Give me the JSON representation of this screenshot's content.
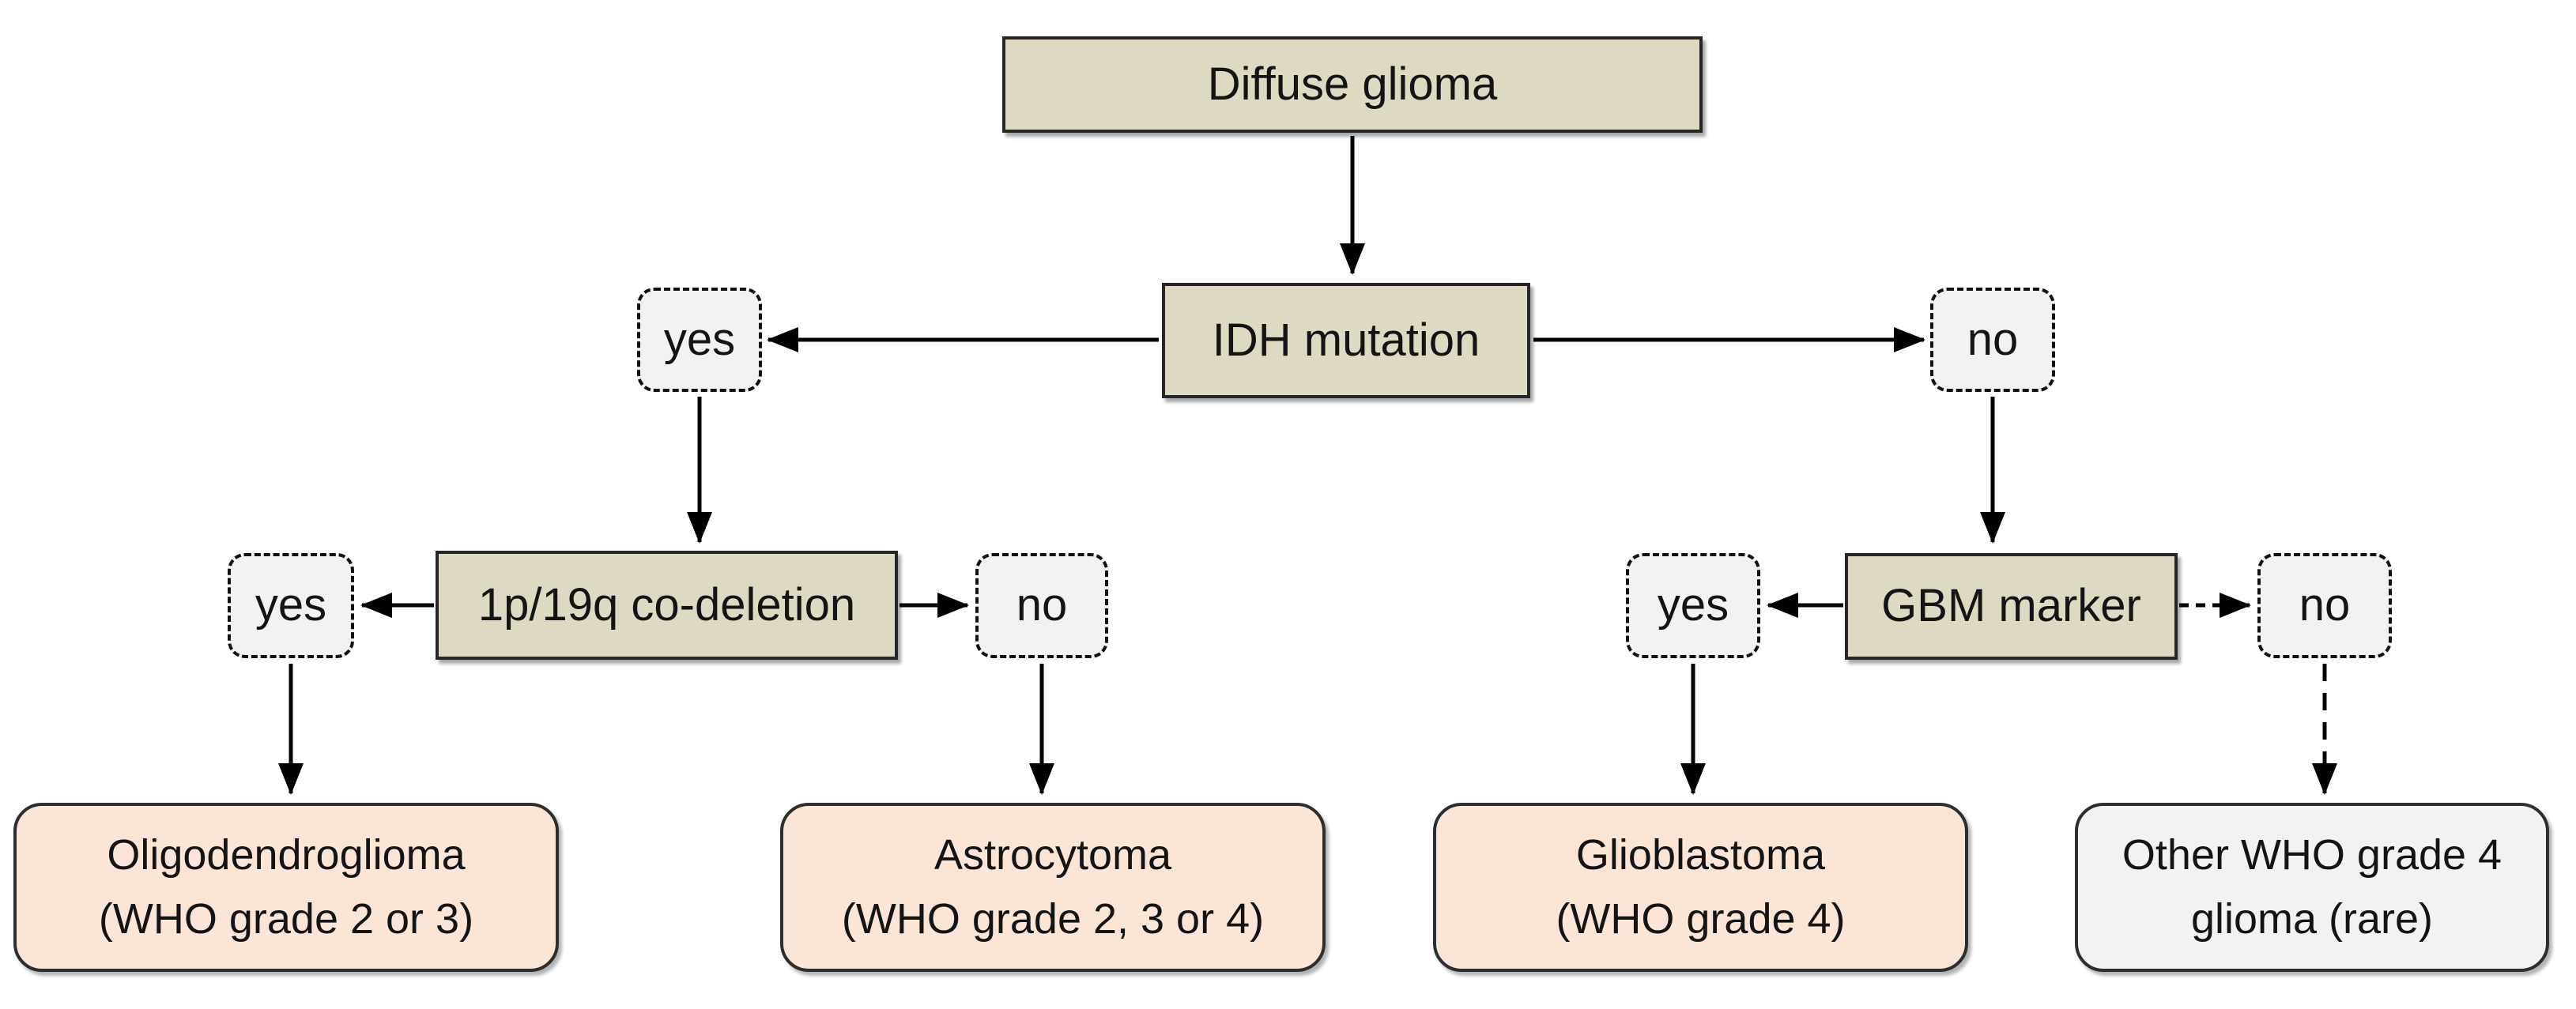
{
  "colors": {
    "decision_fill": "#ddd9c3",
    "decision_border": "#262626",
    "answer_fill": "#f2f2f2",
    "answer_border": "#111111",
    "outcome_peach_fill": "#fbe5d6",
    "outcome_gray_fill": "#f2f2f2",
    "outcome_border": "#2e2e2e",
    "arrow_color": "#000000",
    "text_color": "#141414",
    "background": "#ffffff"
  },
  "nodes": {
    "root": {
      "label": "Diffuse glioma"
    },
    "idh": {
      "label": "IDH mutation"
    },
    "idh_yes": {
      "label": "yes"
    },
    "idh_no": {
      "label": "no"
    },
    "codeletion": {
      "label": "1p/19q co-deletion"
    },
    "codeletion_yes": {
      "label": "yes"
    },
    "codeletion_no": {
      "label": "no"
    },
    "gbm": {
      "label": "GBM marker"
    },
    "gbm_yes": {
      "label": "yes"
    },
    "gbm_no": {
      "label": "no"
    },
    "oligodendroglioma": {
      "line1": "Oligodendroglioma",
      "line2": "(WHO grade 2 or 3)"
    },
    "astrocytoma": {
      "line1": "Astrocytoma",
      "line2": "(WHO grade 2, 3 or 4)"
    },
    "glioblastoma": {
      "line1": "Glioblastoma",
      "line2": "(WHO grade 4)"
    },
    "other_grade4": {
      "line1": "Other WHO grade 4",
      "line2": "glioma (rare)"
    }
  }
}
